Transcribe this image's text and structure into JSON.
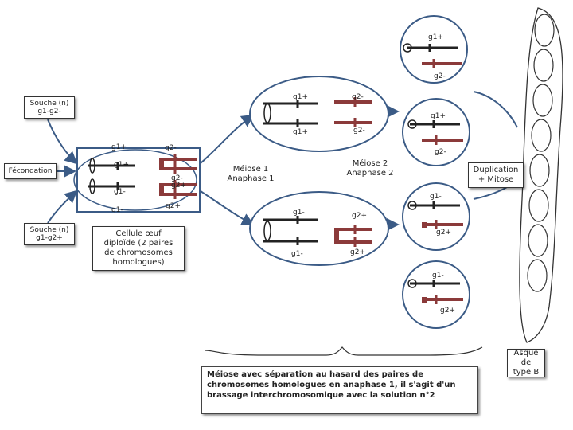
{
  "colors": {
    "chrom1": "#222222",
    "chrom2": "#8b3a3a",
    "cell_border": "#3b5b86"
  },
  "strains": {
    "top": {
      "line1": "Souche (n)",
      "line2": "g1-g2-"
    },
    "bottom": {
      "line1": "Souche (n)",
      "line2": "g1-g2+"
    }
  },
  "fecondation": "Fécondation",
  "zygote_caption": [
    "Cellule œuf",
    "diploïde (2 paires",
    "de chromosomes",
    "homologues)"
  ],
  "zygote_labels": {
    "g1p": "g1+",
    "g1p_b": "g1+",
    "g1m": "g1-",
    "g1m_b": "g1-",
    "g2m": "g2-",
    "g2m_b": "g2-",
    "g2p": "g2+",
    "g2p_b": "g2+"
  },
  "meiose1": {
    "line1": "Méiose 1",
    "line2": "Anaphase 1"
  },
  "meiose2": {
    "line1": "Méiose 2",
    "line2": "Anaphase 2"
  },
  "duplication": {
    "line1": "Duplication",
    "line2": "+ Mitose"
  },
  "cell_top_labels": {
    "g1p_a": "g1+",
    "g2m_a": "g2-",
    "g1p_b": "g1+",
    "g2m_b": "g2-"
  },
  "cell_bottom_labels": {
    "g1m_a": "g1-",
    "g2p_a": "g2+",
    "g1m_b": "g1-",
    "g2p_b": "g2+"
  },
  "spores": [
    {
      "g1": "g1+",
      "g2": "g2-"
    },
    {
      "g1": "g1+",
      "g2": "g2-"
    },
    {
      "g1": "g1-",
      "g2": "g2+"
    },
    {
      "g1": "g1-",
      "g2": "g2+"
    }
  ],
  "asque": {
    "line1": "Asque de",
    "line2": "type B"
  },
  "conclusion": "Méiose avec séparation au hasard des paires de chromosomes homologues en anaphase 1, il s'agit d'un brassage interchromosomique avec la solution n°2"
}
